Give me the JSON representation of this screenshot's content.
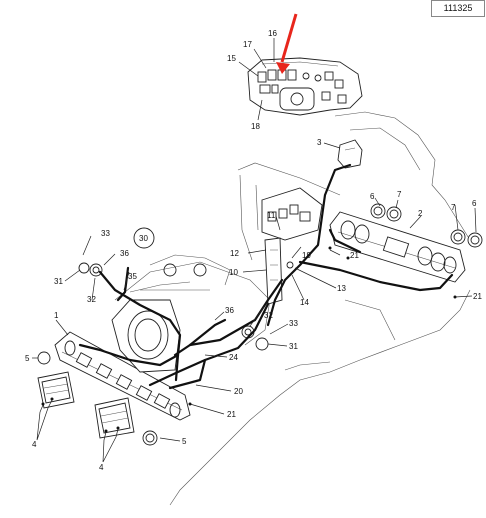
{
  "part_number": "111325",
  "callouts": {
    "n1": "1",
    "n2": "2",
    "n3": "3",
    "n4a": "4",
    "n4b": "4",
    "n5a": "5",
    "n5b": "5",
    "n6a": "6",
    "n6b": "6",
    "n7a": "7",
    "n7b": "7",
    "n10": "10",
    "n11": "11",
    "n12": "12",
    "n13": "13",
    "n14": "14",
    "n15": "15",
    "n16": "16",
    "n17": "17",
    "n18": "18",
    "n19": "19",
    "n20": "20",
    "n21a": "21",
    "n21b": "21",
    "n21c": "21",
    "n24": "24",
    "n30": "30",
    "n31a": "31",
    "n31b": "31",
    "n32a": "32",
    "n32b": "32",
    "n33a": "33",
    "n33b": "33",
    "n35": "35",
    "n36a": "36",
    "n36b": "36"
  },
  "colors": {
    "arrow": "#e8261c",
    "line": "#222222"
  }
}
